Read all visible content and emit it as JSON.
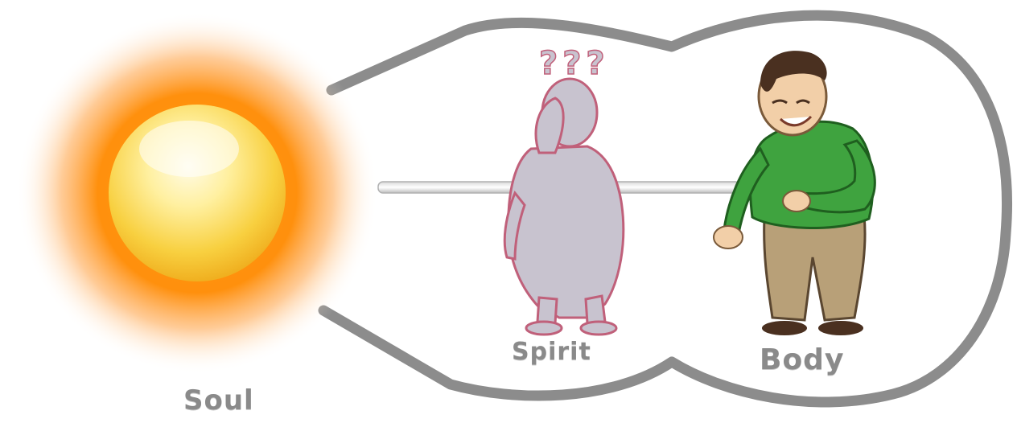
{
  "labels": {
    "soul": "Soul",
    "spirit": "Spirit",
    "body": "Body",
    "question_marks": "???"
  },
  "colors": {
    "outline": "#8c8c8c",
    "sun_core": "#ffe066",
    "sun_glow": "#ff8a00",
    "spirit_fill": "#c8c3cf",
    "spirit_stroke": "#c0607a",
    "body_shirt": "#3fa33f",
    "body_pants": "#b8a078",
    "body_skin": "#f2cfa8",
    "body_hair": "#4a3020",
    "label_text": "#8a8a8a"
  },
  "icons": [
    "sun-soul-icon",
    "spirit-figure-icon",
    "body-figure-icon"
  ]
}
